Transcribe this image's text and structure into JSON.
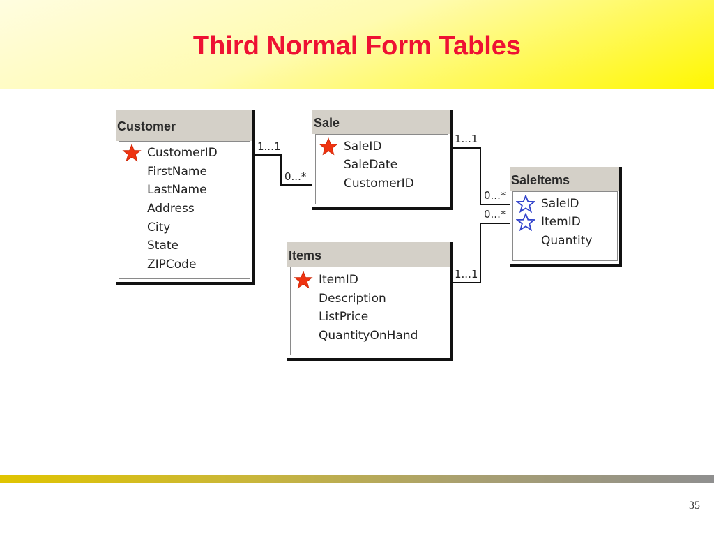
{
  "slide": {
    "title": "Third Normal Form Tables",
    "page_number": "35"
  },
  "colors": {
    "title": "#ee1133",
    "primary_key_star": "#ee3311",
    "foreign_key_star": "#3344cc",
    "header_bg": "#d4d0c8"
  },
  "entities": {
    "customer": {
      "name": "Customer",
      "fields": [
        {
          "label": "CustomerID",
          "key": "primary"
        },
        {
          "label": "FirstName",
          "key": "none"
        },
        {
          "label": "LastName",
          "key": "none"
        },
        {
          "label": "Address",
          "key": "none"
        },
        {
          "label": "City",
          "key": "none"
        },
        {
          "label": "State",
          "key": "none"
        },
        {
          "label": "ZIPCode",
          "key": "none"
        }
      ]
    },
    "sale": {
      "name": "Sale",
      "fields": [
        {
          "label": "SaleID",
          "key": "primary"
        },
        {
          "label": "SaleDate",
          "key": "none"
        },
        {
          "label": "CustomerID",
          "key": "none"
        }
      ]
    },
    "saleitems": {
      "name": "SaleItems",
      "fields": [
        {
          "label": "SaleID",
          "key": "foreign"
        },
        {
          "label": "ItemID",
          "key": "foreign"
        },
        {
          "label": "Quantity",
          "key": "none"
        }
      ]
    },
    "items": {
      "name": "Items",
      "fields": [
        {
          "label": "ItemID",
          "key": "primary"
        },
        {
          "label": "Description",
          "key": "none"
        },
        {
          "label": "ListPrice",
          "key": "none"
        },
        {
          "label": "QuantityOnHand",
          "key": "none"
        }
      ]
    }
  },
  "relationships": [
    {
      "from": "Customer",
      "to": "Sale",
      "from_cardinality": "1...1",
      "to_cardinality": "0...*"
    },
    {
      "from": "Sale",
      "to": "SaleItems",
      "from_cardinality": "1...1",
      "to_cardinality": "0...*"
    },
    {
      "from": "Items",
      "to": "SaleItems",
      "from_cardinality": "1...1",
      "to_cardinality": "0...*"
    }
  ]
}
